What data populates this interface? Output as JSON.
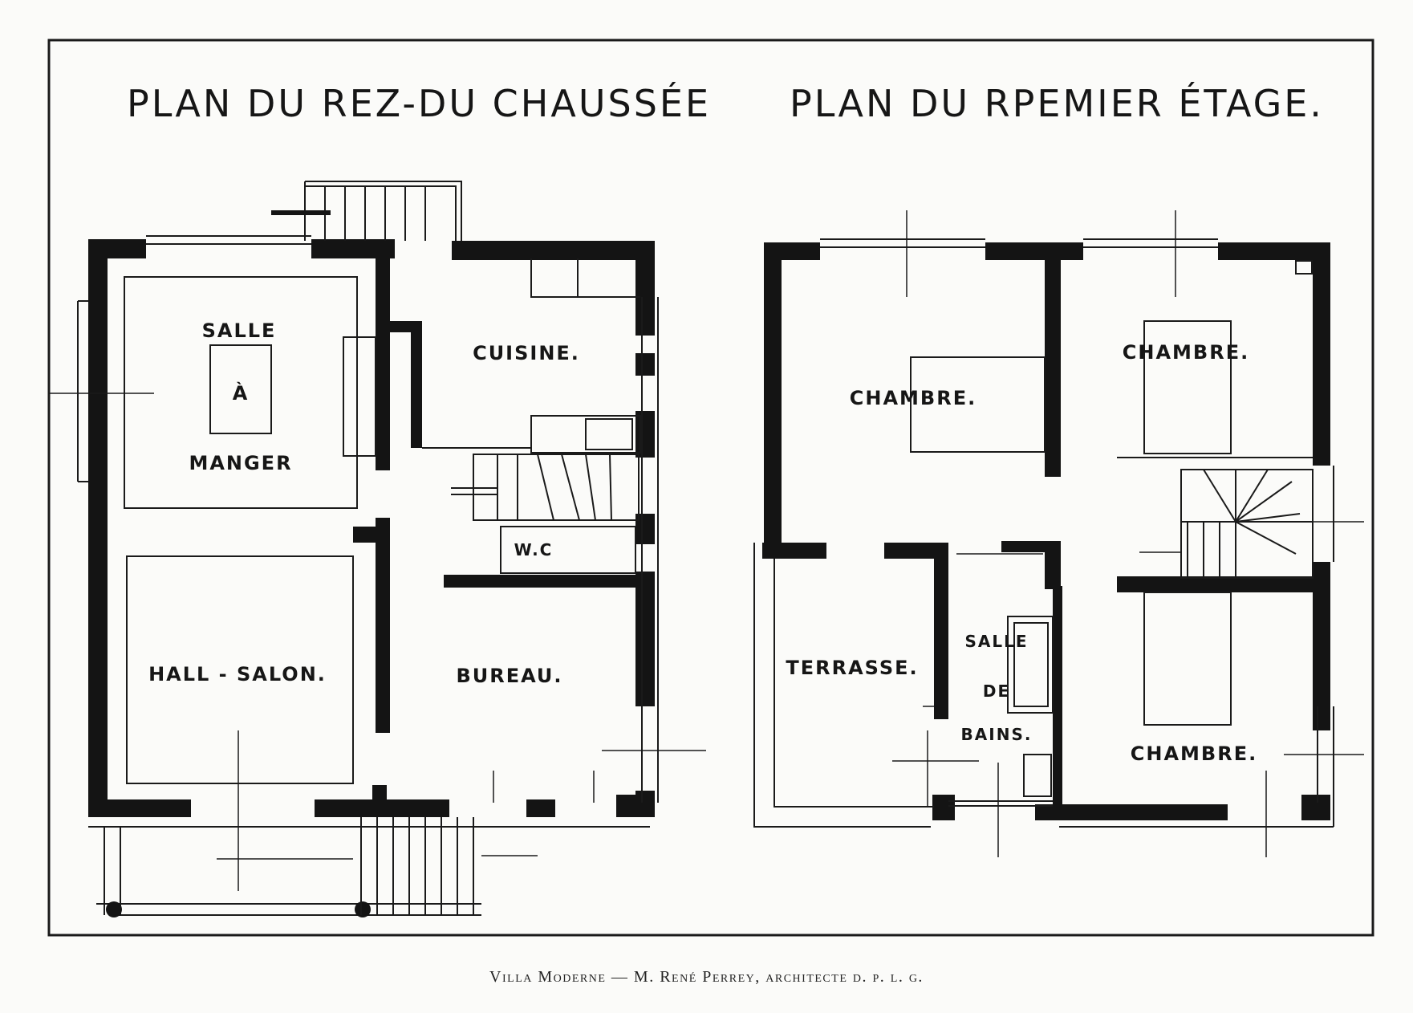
{
  "titles": {
    "ground_floor": "PLAN DU REZ-DU CHAUSSÉE",
    "first_floor": "PLAN DU RPEMIER ÉTAGE."
  },
  "ground_floor_rooms": {
    "salle_line1": "SALLE",
    "salle_line2": "À",
    "salle_line3": "MANGER",
    "cuisine": "CUISINE.",
    "wc": "W.C",
    "hall_salon": "HALL - SALON.",
    "bureau": "BUREAU."
  },
  "first_floor_rooms": {
    "chambre_left": "CHAMBRE.",
    "chambre_top_right": "CHAMBRE.",
    "chambre_bottom_right": "CHAMBRE.",
    "terrasse": "TERRASSE.",
    "bain_line1": "SALLE",
    "bain_line2": "DE",
    "bain_line3": "BAINS."
  },
  "caption": "Villa Moderne — M. René Perrey, architecte d. p. l. g."
}
